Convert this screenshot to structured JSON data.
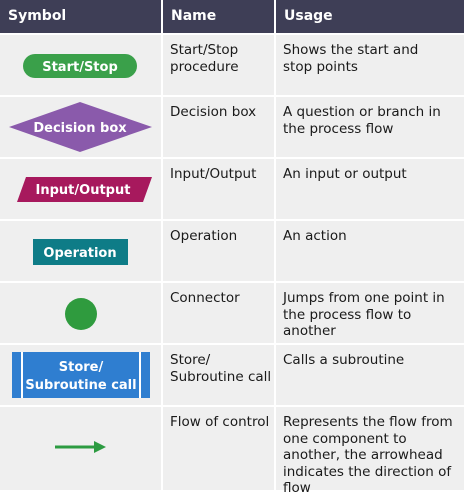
{
  "header": {
    "symbol": "Symbol",
    "name": "Name",
    "usage": "Usage"
  },
  "colors": {
    "header_bg": "#3e3e56",
    "cell_bg": "#efefef",
    "start_stop": "#3aa04a",
    "decision": "#8a5aab",
    "io": "#a7195d",
    "operation": "#0e7c87",
    "connector": "#2f9b3e",
    "subroutine": "#2f7ed0",
    "flow_arrow": "#2c9b41"
  },
  "rows": [
    {
      "symbol_label": "Start/Stop",
      "name": "Start/Stop procedure",
      "usage": "Shows the start and stop points",
      "icon": "rounded-rectangle"
    },
    {
      "symbol_label": "Decision box",
      "name": "Decision box",
      "usage": "A question or branch in the process flow",
      "icon": "diamond"
    },
    {
      "symbol_label": "Input/Output",
      "name": "Input/Output",
      "usage": "An input or output",
      "icon": "parallelogram"
    },
    {
      "symbol_label": "Operation",
      "name": "Operation",
      "usage": "An action",
      "icon": "rectangle"
    },
    {
      "symbol_label": "",
      "name": "Connector",
      "usage": "Jumps from one point in the process flow to another",
      "icon": "circle"
    },
    {
      "symbol_label": "Store/ Subroutine call",
      "symbol_label_line1": "Store/",
      "symbol_label_line2": "Subroutine call",
      "name": "Store/ Subroutine call",
      "name_line1": "Store/",
      "name_line2": "Subroutine call",
      "usage": "Calls a subroutine",
      "icon": "double-bar-rectangle"
    },
    {
      "symbol_label": "",
      "name": "Flow of control",
      "usage": "Represents the flow from one component to another, the arrowhead indicates the direction of flow",
      "icon": "arrow-right"
    }
  ]
}
